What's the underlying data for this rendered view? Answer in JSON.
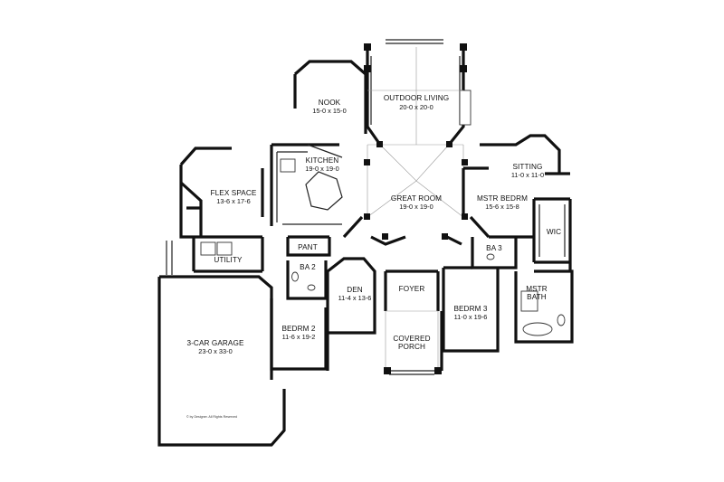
{
  "rooms": {
    "outdoor_living": {
      "name": "OUTDOOR LIVING",
      "dim": "20-0 x 20-0"
    },
    "nook": {
      "name": "NOOK",
      "dim": "15-0 x 15-0"
    },
    "kitchen": {
      "name": "KITCHEN",
      "dim": "19-0 x 19-0"
    },
    "sitting": {
      "name": "SITTING",
      "dim": "11-0 x 11-0"
    },
    "flex_space": {
      "name": "FLEX SPACE",
      "dim": "13-6 x 17-6"
    },
    "great_room": {
      "name": "GREAT ROOM",
      "dim": "19-0 x 19-0"
    },
    "mstr_bedrm": {
      "name": "MSTR BEDRM",
      "dim": "15-6 x 15-8"
    },
    "wic": {
      "name": "WIC"
    },
    "pant": {
      "name": "PANT"
    },
    "ba3": {
      "name": "BA 3"
    },
    "utility": {
      "name": "UTILITY"
    },
    "ba2": {
      "name": "BA 2"
    },
    "den": {
      "name": "DEN",
      "dim": "11-4 x 13-6"
    },
    "foyer": {
      "name": "FOYER"
    },
    "mstr_bath": {
      "name": "MSTR",
      "name2": "BATH"
    },
    "bedrm3": {
      "name": "BEDRM 3",
      "dim": "11-0 x 19-6"
    },
    "bedrm2": {
      "name": "BEDRM 2",
      "dim": "11-6 x 19-2"
    },
    "covered_porch": {
      "name": "COVERED",
      "name2": "PORCH"
    },
    "garage": {
      "name": "3-CAR GARAGE",
      "dim": "23-0 x 33-0"
    }
  },
  "copyright": "© by Designer. All Rights Reserved"
}
